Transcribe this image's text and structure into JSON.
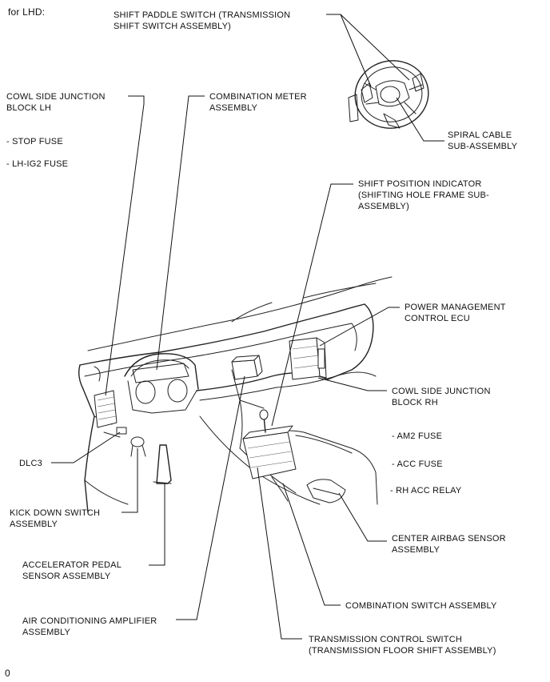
{
  "header": {
    "variant": "for LHD:"
  },
  "labels": {
    "shift_paddle_switch": "SHIFT PADDLE SWITCH (TRANSMISSION\nSHIFT SWITCH ASSEMBLY)",
    "cowl_side_jb_lh": "COWL SIDE JUNCTION\nBLOCK LH",
    "stop_fuse": "- STOP FUSE",
    "lh_ig2_fuse": "- LH-IG2 FUSE",
    "combination_meter": "COMBINATION METER\nASSEMBLY",
    "spiral_cable": "SPIRAL CABLE\nSUB-ASSEMBLY",
    "shift_position_indicator": "SHIFT POSITION INDICATOR\n(SHIFTING HOLE FRAME SUB-\nASSEMBLY)",
    "power_management_ecu": "POWER MANAGEMENT\nCONTROL ECU",
    "cowl_side_jb_rh": "COWL SIDE JUNCTION\nBLOCK RH",
    "am2_fuse": "- AM2 FUSE",
    "acc_fuse": "- ACC FUSE",
    "rh_acc_relay": "- RH ACC RELAY",
    "dlc3": "DLC3",
    "kick_down_switch": "KICK DOWN SWITCH\nASSEMBLY",
    "center_airbag_sensor": "CENTER AIRBAG SENSOR\nASSEMBLY",
    "accelerator_pedal_sensor": "ACCELERATOR PEDAL\nSENSOR ASSEMBLY",
    "combination_switch": "COMBINATION SWITCH ASSEMBLY",
    "air_conditioning_amplifier": "AIR CONDITIONING AMPLIFIER\nASSEMBLY",
    "transmission_control_switch": "TRANSMISSION CONTROL SWITCH\n(TRANSMISSION FLOOR SHIFT ASSEMBLY)"
  },
  "footer": {
    "figure_code": "0"
  }
}
